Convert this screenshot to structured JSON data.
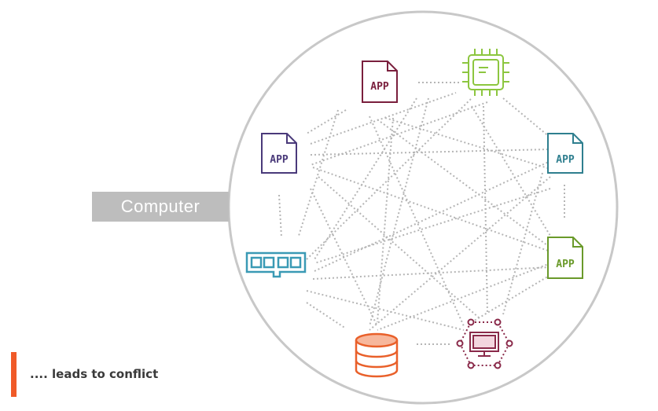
{
  "computer_label": "Computer",
  "caption": ".... leads to conflict",
  "app_label": "APP",
  "nodes": [
    {
      "name": "app-file-icon-top",
      "color": "#7a1f3d"
    },
    {
      "name": "cpu-chip-icon",
      "color": "#8cc63f"
    },
    {
      "name": "app-file-icon-left",
      "color": "#4a3a7a"
    },
    {
      "name": "app-file-icon-right",
      "color": "#2f7f8f"
    },
    {
      "name": "ram-module-icon",
      "color": "#3a9ab5"
    },
    {
      "name": "app-file-icon-right-lower",
      "color": "#6a9a2a"
    },
    {
      "name": "database-icon",
      "color": "#e9602a"
    },
    {
      "name": "monitor-network-icon",
      "color": "#8a2a4a"
    }
  ],
  "colors": {
    "connector": "#b5b5b5",
    "circle": "#c8c8c8",
    "accent": "#f05a28"
  }
}
